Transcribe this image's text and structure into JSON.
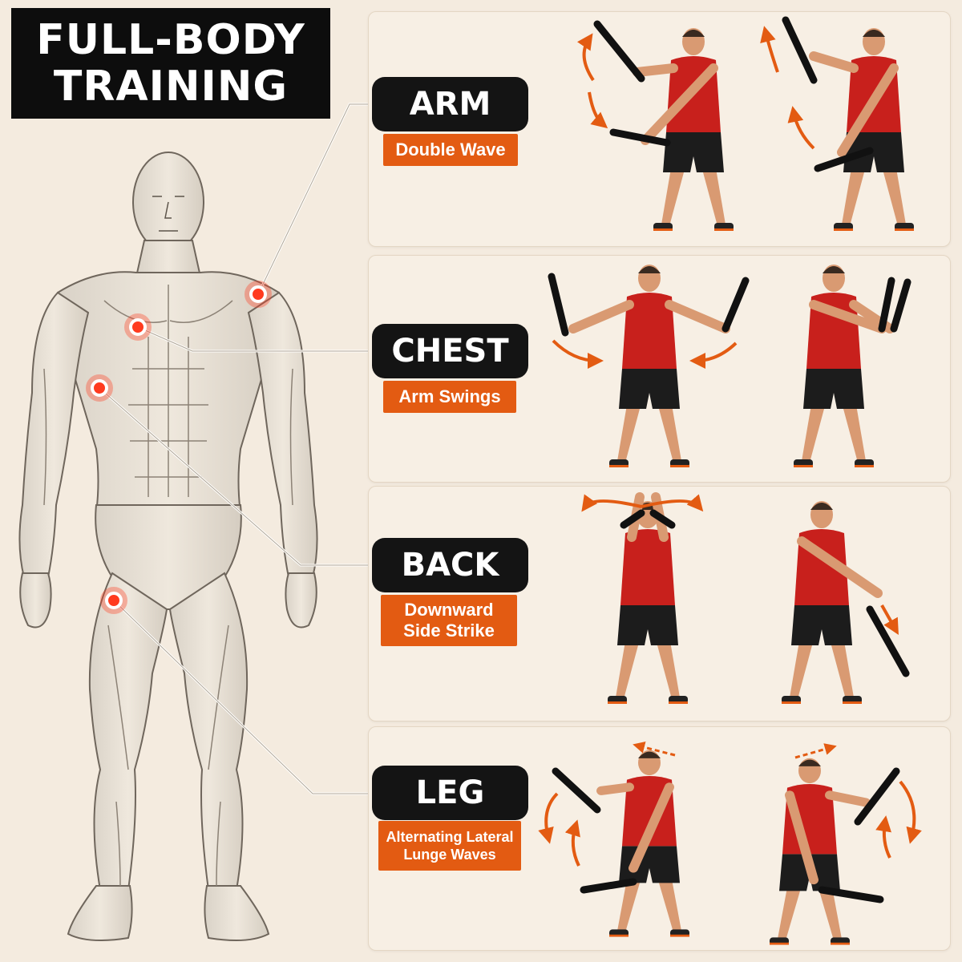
{
  "title": {
    "line1": "FULL-BODY",
    "line2": "TRAINING"
  },
  "exercises": [
    {
      "muscle": "ARM",
      "exercise_line1": "Double Wave",
      "exercise_line2": ""
    },
    {
      "muscle": "CHEST",
      "exercise_line1": "Arm Swings",
      "exercise_line2": ""
    },
    {
      "muscle": "BACK",
      "exercise_line1": "Downward",
      "exercise_line2": "Side Strike"
    },
    {
      "muscle": "LEG",
      "exercise_line1": "Alternating Lateral",
      "exercise_line2": "Lunge Waves"
    }
  ],
  "colors": {
    "background": "#f4ebdf",
    "pill": "#141414",
    "accent": "#e35b12",
    "tank_top": "#c8201c",
    "shorts": "#1c1c1c",
    "skin": "#d99a72",
    "marker": "#ff3b1f"
  },
  "icons": [
    "anatomy-figure",
    "muscle-marker-dot",
    "athlete-figure",
    "training-stick",
    "motion-arrow"
  ]
}
